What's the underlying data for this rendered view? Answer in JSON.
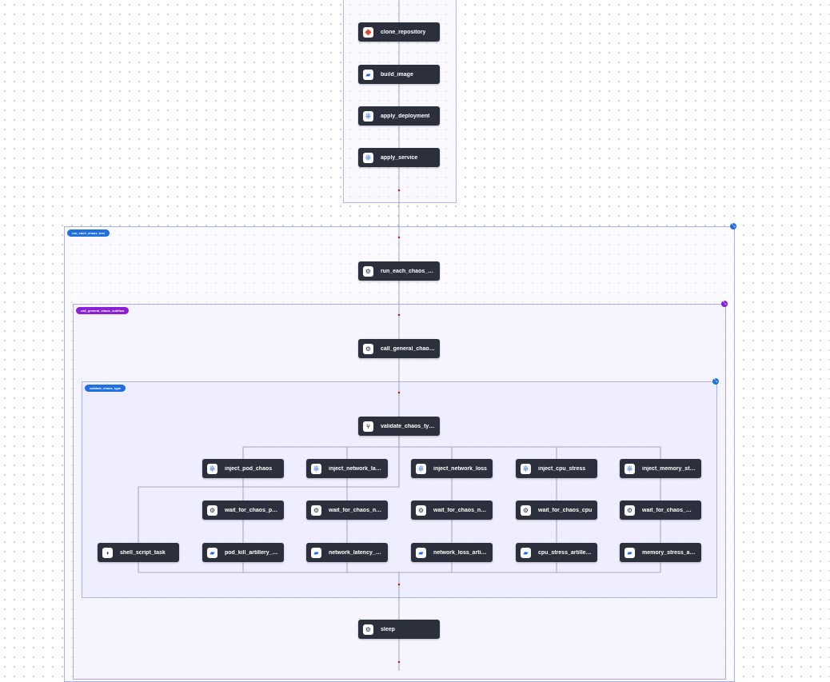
{
  "groups": {
    "run_each": {
      "badge": "run_each_chaos_test",
      "collapse_icon": "collapse-icon"
    },
    "subflow": {
      "badge": "call_general_chaos_subflow",
      "collapse_icon": "collapse-icon"
    },
    "validate": {
      "badge": "validate_chaos_type",
      "collapse_icon": "collapse-icon"
    }
  },
  "nodes": {
    "clone_repository": {
      "label": "clone_repository",
      "icon": "git-icon"
    },
    "build_image": {
      "label": "build_image",
      "icon": "docker-icon"
    },
    "apply_deployment": {
      "label": "apply_deployment",
      "icon": "kubernetes-icon"
    },
    "apply_service": {
      "label": "apply_service",
      "icon": "kubernetes-icon"
    },
    "run_each_chaos_test": {
      "label": "run_each_chaos_test",
      "icon": "workflow-icon"
    },
    "call_general_chaos": {
      "label": "call_general_chaos…",
      "icon": "workflow-icon"
    },
    "validate_chaos_type": {
      "label": "validate_chaos_type",
      "icon": "switch-icon"
    },
    "inject_pod_chaos": {
      "label": "inject_pod_chaos",
      "icon": "kubernetes-icon"
    },
    "inject_network_latency": {
      "label": "inject_network_late…",
      "icon": "kubernetes-icon"
    },
    "inject_network_loss": {
      "label": "inject_network_loss",
      "icon": "kubernetes-icon"
    },
    "inject_cpu_stress": {
      "label": "inject_cpu_stress",
      "icon": "kubernetes-icon"
    },
    "inject_memory_stress": {
      "label": "inject_memory_stre…",
      "icon": "kubernetes-icon"
    },
    "wait_pod": {
      "label": "wait_for_chaos_pod…",
      "icon": "workflow-icon"
    },
    "wait_net_latency": {
      "label": "wait_for_chaos_net…",
      "icon": "workflow-icon"
    },
    "wait_net_loss": {
      "label": "wait_for_chaos_net…",
      "icon": "workflow-icon"
    },
    "wait_cpu": {
      "label": "wait_for_chaos_cpu",
      "icon": "workflow-icon"
    },
    "wait_mem": {
      "label": "wait_for_chaos_me…",
      "icon": "workflow-icon"
    },
    "shell_script_task": {
      "label": "shell_script_task",
      "icon": "shell-icon"
    },
    "pod_kill_artillery": {
      "label": "pod_kill_artillery_t…",
      "icon": "docker-icon"
    },
    "network_latency_artillery": {
      "label": "network_latency_ar…",
      "icon": "docker-icon"
    },
    "network_loss_artillery": {
      "label": "network_loss_artill…",
      "icon": "docker-icon"
    },
    "cpu_stress_artillery": {
      "label": "cpu_stress_artillery…",
      "icon": "docker-icon"
    },
    "memory_stress_artillery": {
      "label": "memory_stress_art…",
      "icon": "docker-icon"
    },
    "sleep": {
      "label": "sleep",
      "icon": "workflow-icon"
    }
  },
  "colors": {
    "node_bg": "#2c303c",
    "edge": "#8e94a8",
    "badge_blue": "#1f6fe0",
    "badge_purple": "#8a1fd6",
    "anchor_dot": "#d0021b"
  }
}
